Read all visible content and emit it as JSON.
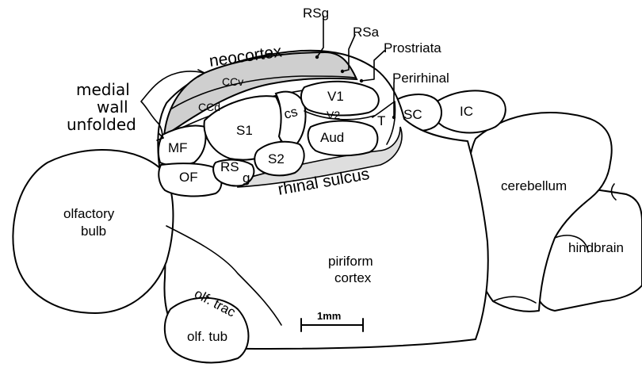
{
  "colors": {
    "shaded_region": "#cfcfcf",
    "outline": "#000000",
    "background": "#ffffff"
  },
  "labels": {
    "rsg": "RSg",
    "rsa": "RSa",
    "prostriata": "Prostriata",
    "perirhinal": "Perirhinal",
    "neocortex": "neocortex",
    "ccv": "CCv",
    "ccd": "CCd",
    "medial_wall_line1": "medial",
    "medial_wall_line2": "wall",
    "medial_wall_line3": "unfolded",
    "v1": "V1",
    "v2": "V2",
    "cs": "cs",
    "s1": "S1",
    "t": "T",
    "sc": "SC",
    "ic": "IC",
    "aud": "Aud",
    "mf": "MF",
    "s2": "S2",
    "rs": "RS",
    "g": "g",
    "of": "OF",
    "rhinal_sulcus": "rhinal sulcus",
    "cerebellum": "cerebellum",
    "olfactory_bulb_line1": "olfactory",
    "olfactory_bulb_line2": "bulb",
    "hindbrain": "hindbrain",
    "piriform_line1": "piriform",
    "piriform_line2": "cortex",
    "olf_trac": "olf. trac",
    "olf_tub": "olf. tub",
    "scale_bar": "1mm"
  }
}
